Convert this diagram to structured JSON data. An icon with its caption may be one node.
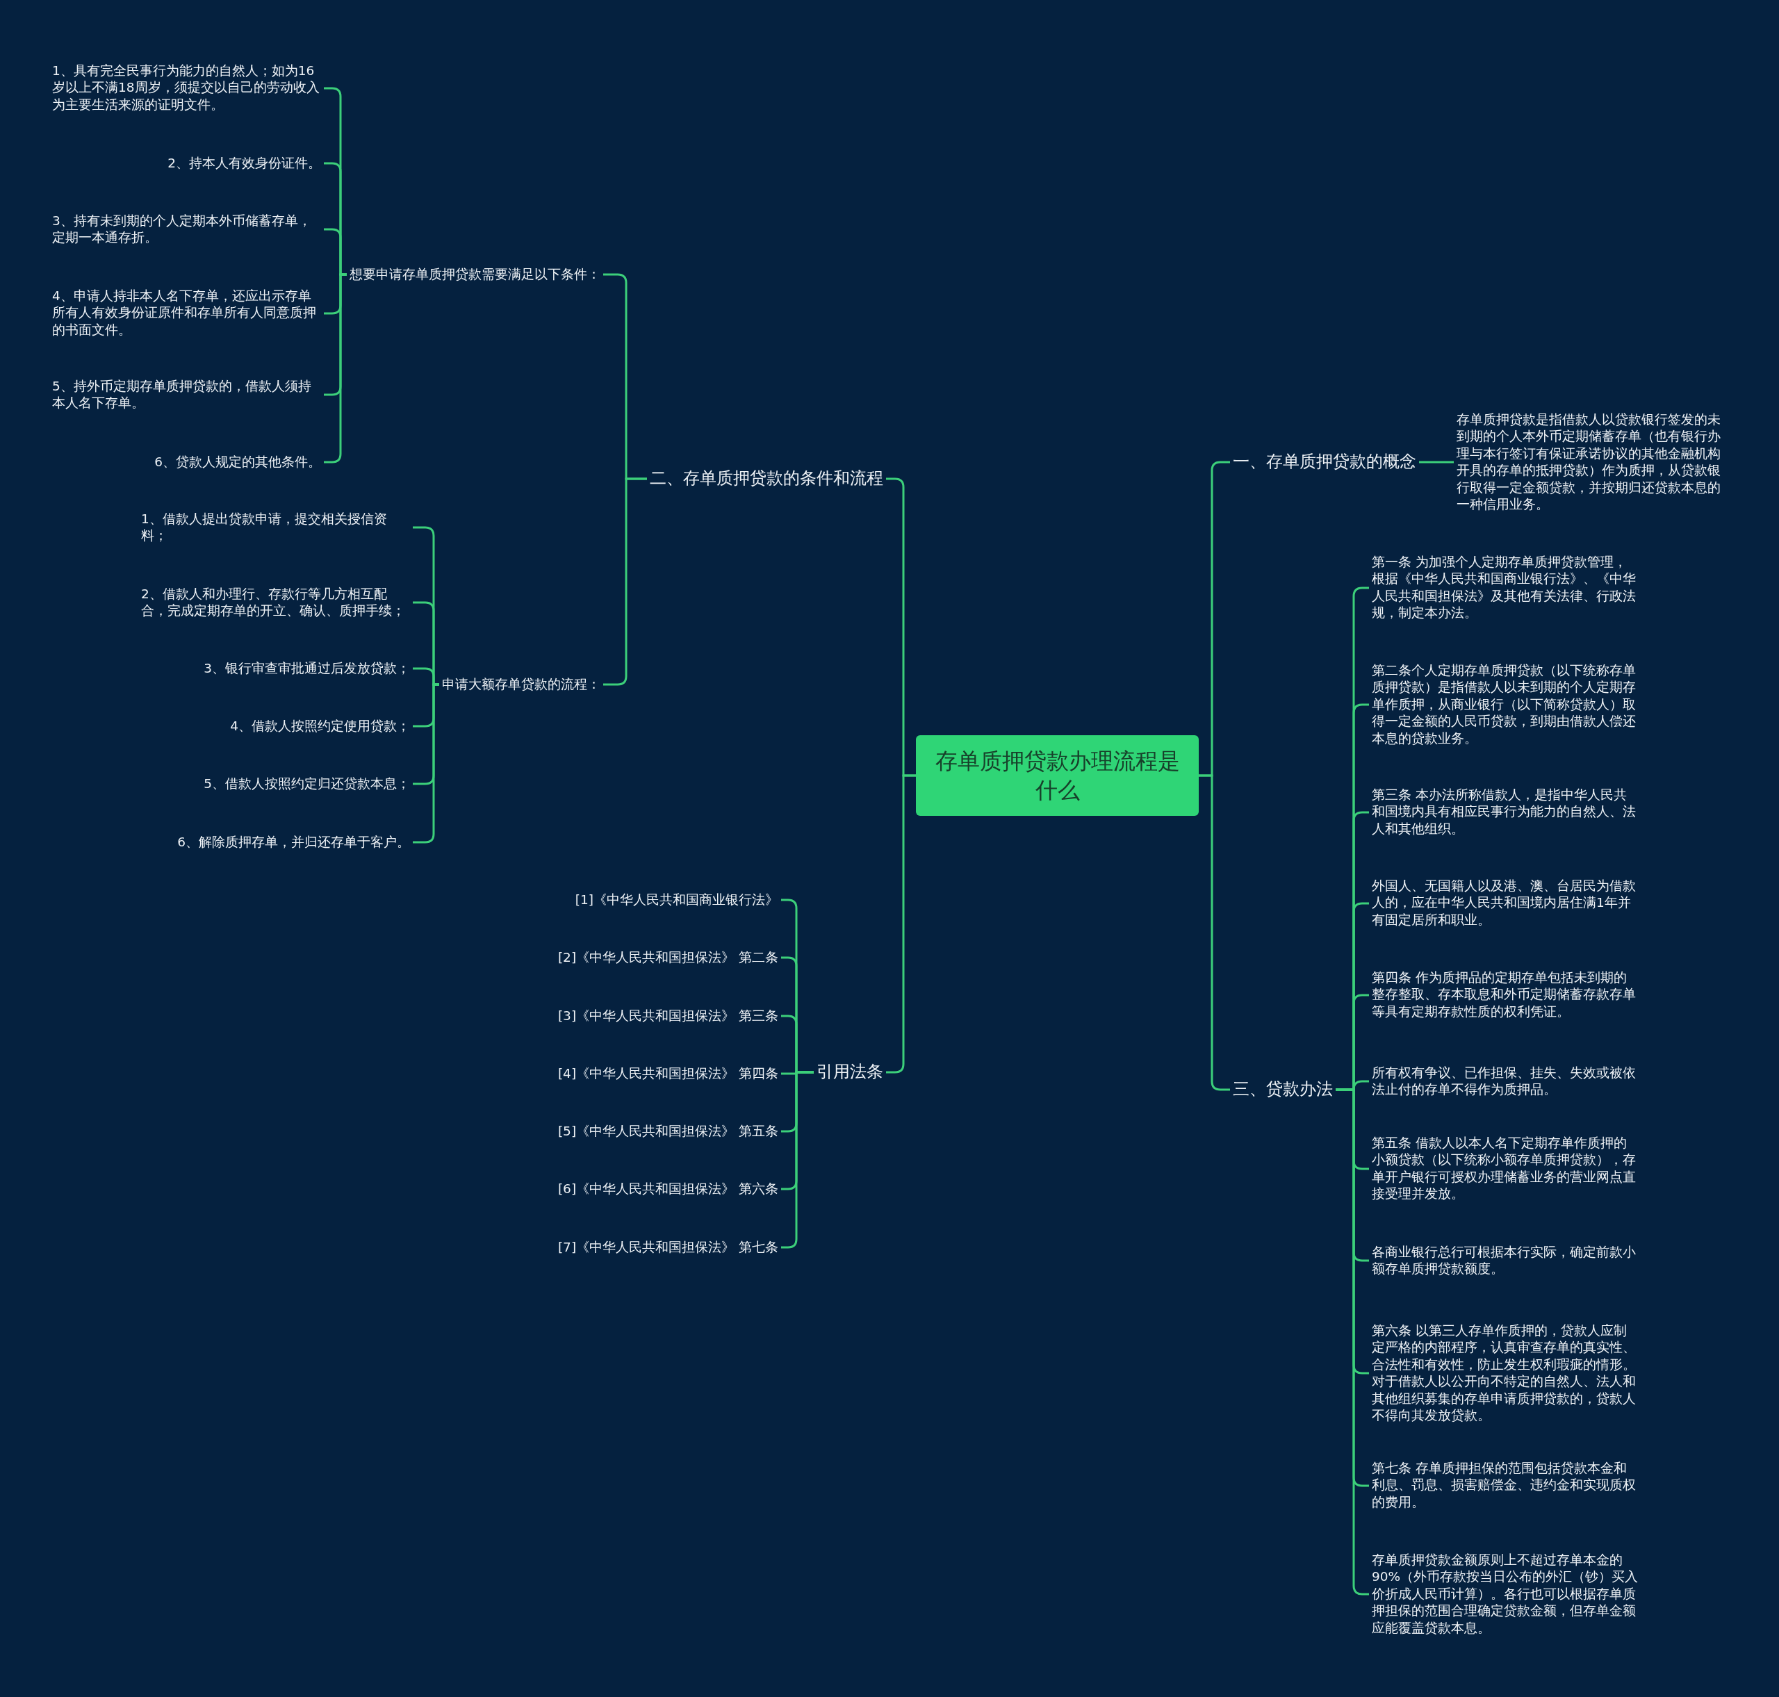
{
  "diagram": {
    "nodes": [
      {
        "text": [
          "存单质押贷款办理流程是什么"
        ]
      },
      {
        "text": [
          "一、存单质押贷款的概念"
        ]
      },
      {
        "text": [
          "存单质押贷款是指借款人以贷款银行签发的未到期的个人本外币定期储蓄存单（也有银行办理与本行签订有保证承诺协议的其他金融机构开具的存单的抵押贷款）作为质押，从贷款银行取得一定金额贷款，并按期归还贷款本息的一种信用业务。"
        ]
      },
      {
        "text": [
          "三、贷款办法"
        ]
      },
      {
        "text": [
          "第一条 为加强个人定期存单质押贷款管理，根据《中华人民共和国商业银行法》、《中华人民共和国担保法》及其他有关法律、行政法规，制定本办法。"
        ]
      },
      {
        "text": [
          "第二条个人定期存单质押贷款（以下统称存单质押贷款）是指借款人以未到期的个人定期存单作质押，从商业银行（以下简称贷款人）取得一定金额的人民币贷款，到期由借款人偿还本息的贷款业务。"
        ]
      },
      {
        "text": [
          "第三条 本办法所称借款人，是指中华人民共和国境内具有相应民事行为能力的自然人、法人和其他组织。"
        ]
      },
      {
        "text": [
          "外国人、无国籍人以及港、澳、台居民为借款人的，应在中华人民共和国境内居住满1年并有固定居所和职业。"
        ]
      },
      {
        "text": [
          "第四条 作为质押品的定期存单包括未到期的整存整取、存本取息和外币定期储蓄存款存单等具有定期存款性质的权利凭证。"
        ]
      },
      {
        "text": [
          "所有权有争议、已作担保、挂失、失效或被依法止付的存单不得作为质押品。"
        ]
      },
      {
        "text": [
          "第五条 借款人以本人名下定期存单作质押的小额贷款（以下统称小额存单质押贷款），存单开户银行可授权办理储蓄业务的营业网点直接受理并发放。"
        ]
      },
      {
        "text": [
          "各商业银行总行可根据本行实际，确定前款小额存单质押贷款额度。"
        ]
      },
      {
        "text": [
          "第六条 以第三人存单作质押的，贷款人应制定严格的内部程序，认真审查存单的真实性、合法性和有效性，防止发生权利瑕疵的情形。对于借款人以公开向不特定的自然人、法人和其他组织募集的存单申请质押贷款的，贷款人不得向其发放贷款。"
        ]
      },
      {
        "text": [
          "第七条 存单质押担保的范围包括贷款本金和利息、罚息、损害赔偿金、违约金和实现质权的费用。"
        ]
      },
      {
        "text": [
          "存单质押贷款金额原则上不超过存单本金的90%（外币存款按当日公布的外汇（钞）买入价折成人民币计算）。各行也可以根据存单质押担保的范围合理确定贷款金额，但存单金额应能覆盖贷款本息。"
        ]
      },
      {
        "text": [
          "二、存单质押贷款的条件和流程"
        ]
      },
      {
        "text": [
          "想要申请存单质押贷款需要满足以下条件："
        ]
      },
      {
        "text": [
          "1、具有完全民事行为能力的自然人；如为16岁以上不满18周岁，须提交以自己的劳动收入为主要生活来源的证明文件。"
        ]
      },
      {
        "text": [
          "2、持本人有效身份证件。"
        ]
      },
      {
        "text": [
          "3、持有未到期的个人定期本外币储蓄存单，定期一本通存折。"
        ]
      },
      {
        "text": [
          "4、申请人持非本人名下存单，还应出示存单所有人有效身份证原件和存单所有人同意质押的书面文件。"
        ]
      },
      {
        "text": [
          "5、持外币定期存单质押贷款的，借款人须持本人名下存单。"
        ]
      },
      {
        "text": [
          "6、贷款人规定的其他条件。"
        ]
      },
      {
        "text": [
          "申请大额存单贷款的流程："
        ]
      },
      {
        "text": [
          "1、借款人提出贷款申请，提交相关授信资料；"
        ]
      },
      {
        "text": [
          "2、借款人和办理行、存款行等几方相互配合，完成定期存单的开立、确认、质押手续；"
        ]
      },
      {
        "text": [
          "3、银行审查审批通过后发放贷款；"
        ]
      },
      {
        "text": [
          "4、借款人按照约定使用贷款；"
        ]
      },
      {
        "text": [
          "5、借款人按照约定归还贷款本息；"
        ]
      },
      {
        "text": [
          "6、解除质押存单，并归还存单于客户。"
        ]
      },
      {
        "text": [
          "引用法条"
        ]
      },
      {
        "text": [
          "[1]《中华人民共和国商业银行法》"
        ]
      },
      {
        "text": [
          "[2]《中华人民共和国担保法》 第二条"
        ]
      },
      {
        "text": [
          "[3]《中华人民共和国担保法》 第三条"
        ]
      },
      {
        "text": [
          "[4]《中华人民共和国担保法》 第四条"
        ]
      },
      {
        "text": [
          "[5]《中华人民共和国担保法》 第五条"
        ]
      },
      {
        "text": [
          "[6]《中华人民共和国担保法》 第六条"
        ]
      },
      {
        "text": [
          "[7]《中华人民共和国担保法》 第七条"
        ]
      }
    ],
    "edges": [
      {
        "from": 0,
        "to": 1,
        "arrow": "none"
      },
      {
        "from": 1,
        "to": 2,
        "arrow": "none"
      },
      {
        "from": 0,
        "to": 3,
        "arrow": "none"
      },
      {
        "from": 3,
        "to": 4,
        "arrow": "none"
      },
      {
        "from": 3,
        "to": 5,
        "arrow": "none"
      },
      {
        "from": 3,
        "to": 6,
        "arrow": "none"
      },
      {
        "from": 3,
        "to": 7,
        "arrow": "none"
      },
      {
        "from": 3,
        "to": 8,
        "arrow": "none"
      },
      {
        "from": 3,
        "to": 9,
        "arrow": "none"
      },
      {
        "from": 3,
        "to": 10,
        "arrow": "none"
      },
      {
        "from": 3,
        "to": 11,
        "arrow": "none"
      },
      {
        "from": 3,
        "to": 12,
        "arrow": "none"
      },
      {
        "from": 3,
        "to": 13,
        "arrow": "none"
      },
      {
        "from": 3,
        "to": 14,
        "arrow": "none"
      },
      {
        "from": 0,
        "to": 15,
        "arrow": "none"
      },
      {
        "from": 15,
        "to": 16,
        "arrow": "none"
      },
      {
        "from": 16,
        "to": 17,
        "arrow": "none"
      },
      {
        "from": 16,
        "to": 18,
        "arrow": "none"
      },
      {
        "from": 16,
        "to": 19,
        "arrow": "none"
      },
      {
        "from": 16,
        "to": 20,
        "arrow": "none"
      },
      {
        "from": 16,
        "to": 21,
        "arrow": "none"
      },
      {
        "from": 16,
        "to": 22,
        "arrow": "none"
      },
      {
        "from": 15,
        "to": 23,
        "arrow": "none"
      },
      {
        "from": 23,
        "to": 24,
        "arrow": "none"
      },
      {
        "from": 23,
        "to": 25,
        "arrow": "none"
      },
      {
        "from": 23,
        "to": 26,
        "arrow": "none"
      },
      {
        "from": 23,
        "to": 27,
        "arrow": "none"
      },
      {
        "from": 23,
        "to": 28,
        "arrow": "none"
      },
      {
        "from": 23,
        "to": 29,
        "arrow": "none"
      },
      {
        "from": 0,
        "to": 30,
        "arrow": "none"
      },
      {
        "from": 30,
        "to": 31,
        "arrow": "none"
      },
      {
        "from": 30,
        "to": 32,
        "arrow": "none"
      },
      {
        "from": 30,
        "to": 33,
        "arrow": "none"
      },
      {
        "from": 30,
        "to": 34,
        "arrow": "none"
      },
      {
        "from": 30,
        "to": 35,
        "arrow": "none"
      },
      {
        "from": 30,
        "to": 36,
        "arrow": "none"
      },
      {
        "from": 30,
        "to": 37,
        "arrow": "none"
      }
    ]
  }
}
